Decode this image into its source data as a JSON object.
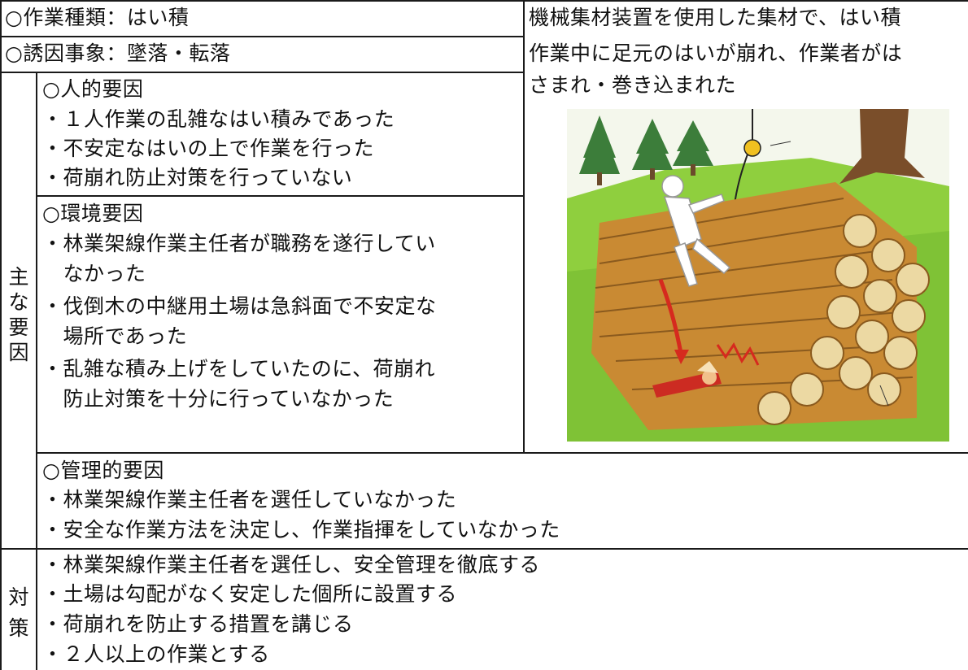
{
  "work_type": "○作業種類：はい積",
  "accident_type": "○誘因事象：墜落・転落",
  "description_lines": [
    "機械集材装置を使用した集材で、はい積",
    "作業中に足元のはいが崩れ、作業者がは",
    "さまれ・巻き込まれた"
  ],
  "main_factors": {
    "label": "主\nな\n要\n因",
    "human": {
      "heading": "○人的要因",
      "lines": [
        "・１人作業の乱雑なはい積みであった",
        "・不安定なはいの上で作業を行った",
        "・荷崩れ防止対策を行っていない"
      ]
    },
    "environment": {
      "heading": "○環境要因",
      "lines": [
        "・林業架線作業主任者が職務を遂行してい",
        "　なかった",
        "・伐倒木の中継用土場は急斜面で不安定な",
        "　場所であった",
        "・乱雑な積み上げをしていたのに、荷崩れ",
        "　防止対策を十分に行っていなかった"
      ]
    },
    "management": {
      "heading": "○管理的要因",
      "lines": [
        "・林業架線作業主任者を選任していなかった",
        "・安全な作業方法を決定し、作業指揮をしていなかった"
      ]
    }
  },
  "countermeasures": {
    "label": "対\n策",
    "lines": [
      "・林業架線作業主任者を選任し、安全管理を徹底する",
      "・土場は勾配がなく安定した個所に設置する",
      "・荷崩れを防止する措置を講じる",
      "・２人以上の作業とする"
    ]
  },
  "colors": {
    "border": "#1a1a1a",
    "grass": "#8fcf3e",
    "log": "#d9a24a",
    "log_end": "#ecd9a3",
    "tree": "#3c7d3a",
    "arrow": "#d62a1e"
  }
}
